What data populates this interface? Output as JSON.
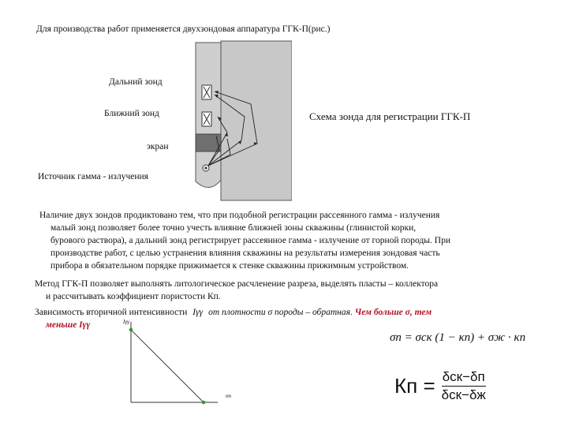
{
  "header": {
    "text": "Для производства работ применяется двухзондовая аппаратура ГГК-П(рис.)"
  },
  "diagram": {
    "caption": "Схема зонда для регистрации ГГК-П",
    "labels": {
      "far_probe": "Дальний зонд",
      "near_probe": "Ближний зонд",
      "screen": "экран",
      "source": "Источник гамма - излучения"
    }
  },
  "body": {
    "p1_line1": "Наличие двух зондов продиктовано тем, что при подобной регистрации рассеянного гамма - излучения",
    "p1_line2": "малый зонд позволяет более точно учесть влияние ближней зоны скважины (глинистой корки,",
    "p1_line3": "бурового раствора), а дальний зонд регистрирует рассеянное гамма - излучение от горной породы. При",
    "p1_line4": "производстве работ, с целью устранения влияния скважины на результаты  измерения зондовая часть",
    "p1_line5": "прибора в обязательном порядке прижимается к стенке скважины прижимным устройством.",
    "p2_line1": "Метод ГГК-П позволяет выполнять литологическое расчленение разреза, выделять пласты – коллектора",
    "p2_line2": "и рассчитывать коэффициент пористости Кп.",
    "p3_text": "Зависимость вторичной интенсивности",
    "p3_symbol": "Iγγ",
    "p3_text2": "от плотности σ породы – обратная.",
    "p3_red1": "Чем больше σ, тем",
    "p3_red2": "меньше Iγγ"
  },
  "graph": {
    "y_axis_label": "Iγγ",
    "x_axis_label": "σп"
  },
  "formulas": {
    "f1": "σп = σск (1 − κп) + σж · κп",
    "f2_lhs": "Кп =",
    "f2_num": "δск−δп",
    "f2_den": "δск−δж"
  },
  "colors": {
    "red_text": "#b11226",
    "probe_body": "#cfcfcf",
    "wall": "#c8c8c8",
    "screen": "#6f6f6f",
    "marker": "#2e9b2e"
  }
}
